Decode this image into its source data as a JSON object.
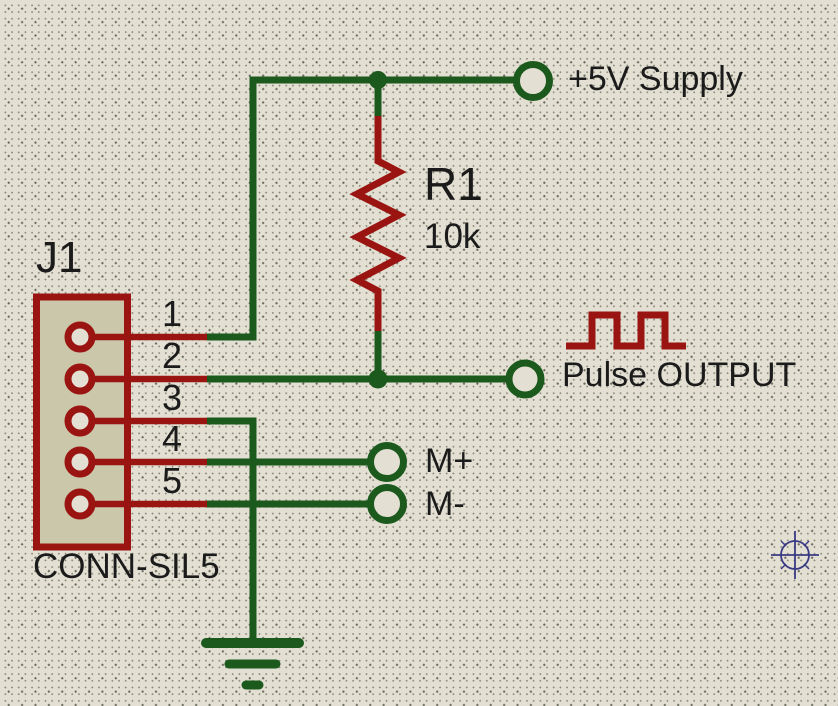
{
  "colors": {
    "background": "#e3e0d3",
    "grid_dot": "#8d8d7c",
    "grid_dot_strong": "#6a6a5c",
    "wire_green": "#1b591d",
    "component_red": "#9a1512",
    "connector_fill": "#cbc7ab",
    "text": "#1b1b1b",
    "marker_blue": "#3b3b85"
  },
  "connector": {
    "ref": "J1",
    "value": "CONN-SIL5",
    "pins": [
      "1",
      "2",
      "3",
      "4",
      "5"
    ]
  },
  "resistor": {
    "ref": "R1",
    "value": "10k"
  },
  "terminals": {
    "supply": "+5V Supply",
    "pulse": "Pulse OUTPUT",
    "m_plus": "M+",
    "m_minus": "M-"
  }
}
